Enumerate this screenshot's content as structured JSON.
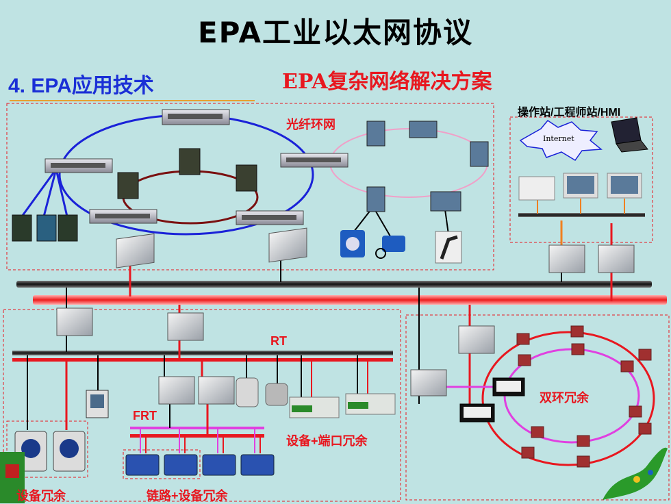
{
  "slide": {
    "title": "EPA工业以太网协议",
    "section": "4.  EPA应用技术",
    "subtitle": "EPA复杂网络解决方案"
  },
  "labels": {
    "fiber_ring": "光纤环网",
    "station": "操作站/工程师站/HMI",
    "internet": "Internet",
    "rt": "RT",
    "frt": "FRT",
    "device_port": "设备+端口冗余",
    "dual_ring": "双环冗余",
    "device_redundancy": "设备冗余",
    "link_device": "链路+设备冗余"
  },
  "colors": {
    "background": "#bfe3e3",
    "accent_red": "#e8171f",
    "accent_blue": "#1a2fd6",
    "ring_blue": "#1a22d8",
    "ring_brown": "#7a1010",
    "ring_pink": "#f0a0c8",
    "ring_magenta": "#e040e0"
  }
}
